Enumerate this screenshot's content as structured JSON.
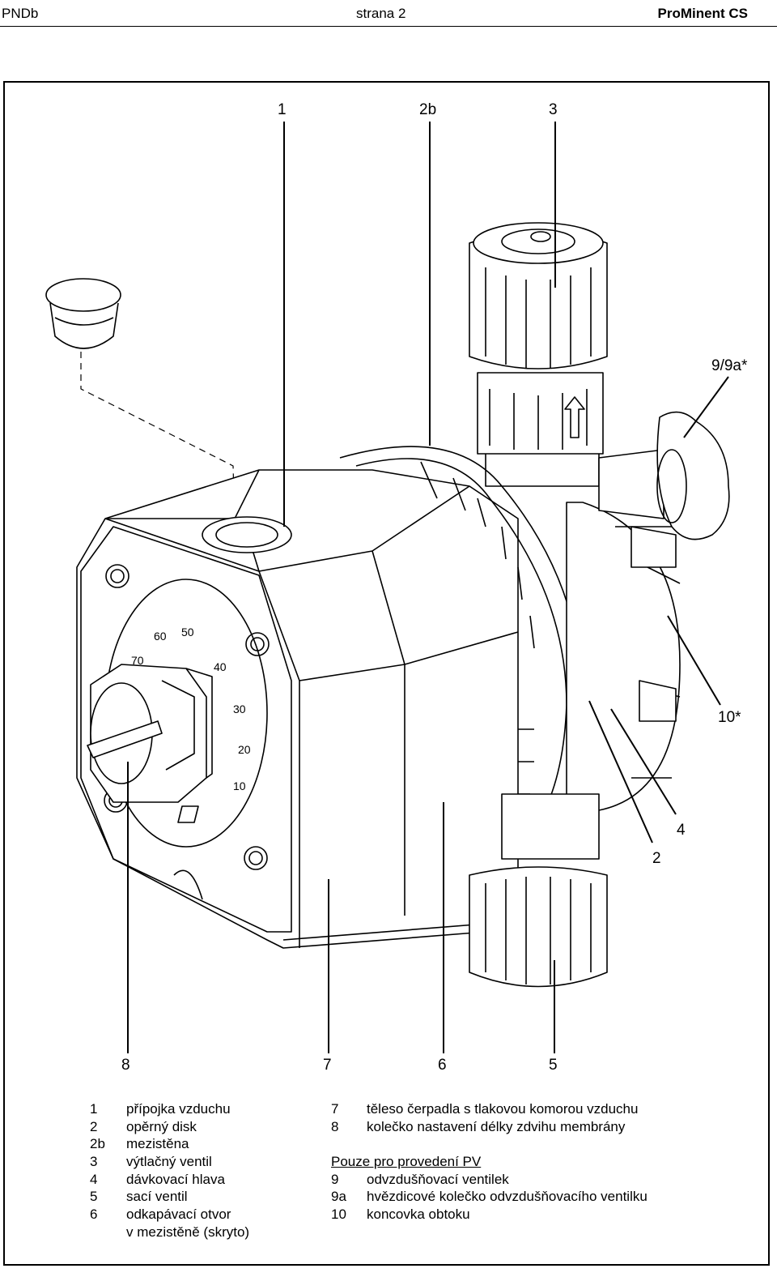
{
  "header": {
    "left": "PNDb",
    "center": "strana 2",
    "right": "ProMinent CS"
  },
  "callouts": {
    "c1": "1",
    "c2b": "2b",
    "c3": "3",
    "c9": "9/9a*",
    "c10": "10*",
    "c4": "4",
    "c2": "2",
    "c8": "8",
    "c7": "7",
    "c6": "6",
    "c5": "5"
  },
  "dial": {
    "s70": "70",
    "s60": "60",
    "s50": "50",
    "s40": "40",
    "s30": "30",
    "s20": "20",
    "s10": "10"
  },
  "legend_left": [
    {
      "num": "1",
      "text": "přípojka vzduchu"
    },
    {
      "num": "2",
      "text": "opěrný disk"
    },
    {
      "num": "2b",
      "text": "mezistěna"
    },
    {
      "num": "3",
      "text": "výtlačný ventil"
    },
    {
      "num": "4",
      "text": "dávkovací hlava"
    },
    {
      "num": "5",
      "text": "sací ventil"
    },
    {
      "num": "6",
      "text": "odkapávací otvor"
    },
    {
      "num": "",
      "text": "v mezistěně (skryto)"
    }
  ],
  "legend_right": [
    {
      "num": "7",
      "text": "těleso čerpadla s tlakovou komorou vzduchu"
    },
    {
      "num": "8",
      "text": "kolečko nastavení délky zdvihu membrány"
    }
  ],
  "pv_heading": "Pouze pro provedení PV",
  "legend_pv": [
    {
      "num": "9",
      "text": "odvzdušňovací ventilek"
    },
    {
      "num": "9a",
      "text": "hvězdicové kolečko odvzdušňovacího ventilku"
    },
    {
      "num": "10",
      "text": "koncovka obtoku"
    }
  ]
}
